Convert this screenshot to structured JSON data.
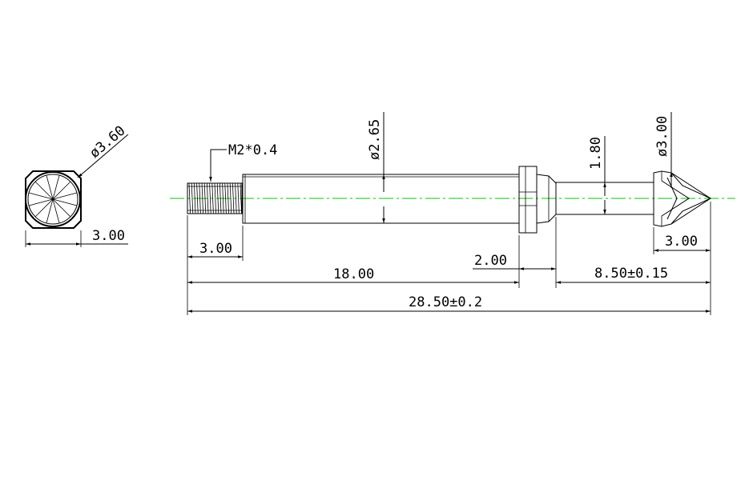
{
  "colors": {
    "background": "#ffffff",
    "line": "#000000",
    "centerline": "#00c800"
  },
  "end_view": {
    "diameter_label": "ø3.60",
    "width_label": "3.00"
  },
  "side_view": {
    "thread_label": "M2*0.4",
    "body_diameter_label": "ø2.65",
    "neck_diameter_label": "1.80",
    "tip_diameter_label": "ø3.00"
  },
  "dimensions": {
    "thread_length": "3.00",
    "collar_width": "2.00",
    "tip_length": "3.00",
    "body_length": "18.00",
    "plunger_length": "8.50±0.15",
    "overall_length": "28.50±0.2"
  }
}
